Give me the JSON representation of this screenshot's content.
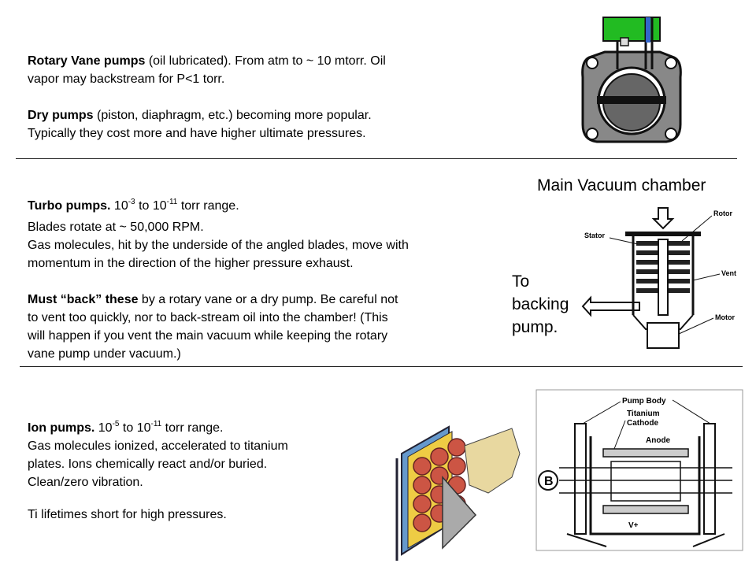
{
  "rotary": {
    "title": "Rotary Vane pumps",
    "line1_rest": " (oil lubricated).  From atm to ~ 10 mtorr.  Oil",
    "line2": "vapor may backstream for P<1 torr."
  },
  "dry": {
    "title": "Dry pumps",
    "line1_rest": " (piston, diaphragm, etc.) becoming more popular.",
    "line2": "Typically they cost more and have higher ultimate pressures."
  },
  "turbo": {
    "title": "Turbo pumps.",
    "range_pre": " 10",
    "range_exp1": "-3",
    "range_mid": " to 10",
    "range_exp2": "-11",
    "range_post": " torr range.",
    "l1": "Blades rotate at ~ 50,000 RPM.",
    "l2": "Gas molecules, hit by the underside of the angled blades, move with",
    "l3": "momentum in the direction of the higher pressure exhaust."
  },
  "must": {
    "title": "Must “back” these",
    "l1_rest": " by a rotary vane or a dry pump.  Be careful not",
    "l2": "to vent too quickly, nor to back-stream oil into the chamber!  (This",
    "l3": "will happen if you vent the main vacuum while keeping the rotary",
    "l4": "vane pump under vacuum.)"
  },
  "ion": {
    "title": "Ion pumps.",
    "range_pre": " 10",
    "range_exp1": "-5",
    "range_mid": " to 10",
    "range_exp2": "-11",
    "range_post": " torr range.",
    "l1": "Gas molecules ionized, accelerated to titanium",
    "l2": "plates.  Ions chemically react and/or buried.",
    "l3": "Clean/zero vibration.",
    "l4": "Ti lifetimes short for high pressures."
  },
  "turbo_figure": {
    "chamber_label": "Main Vacuum chamber",
    "backing_l1": "To",
    "backing_l2": "backing",
    "backing_l3": "pump.",
    "rotor": "Rotor",
    "stator": "Stator",
    "vent": "Vent",
    "motor": "Motor"
  },
  "ion_figure": {
    "pump_body": "Pump Body",
    "titanium": "Titanium",
    "cathode": "Cathode",
    "anode": "Anode",
    "b_field": "B",
    "vplus": "V+"
  },
  "colors": {
    "oil_green": "#22bb22",
    "rotor_gray": "#666666",
    "magnet_red": "#cc5544",
    "anode_blue": "#6699cc"
  }
}
